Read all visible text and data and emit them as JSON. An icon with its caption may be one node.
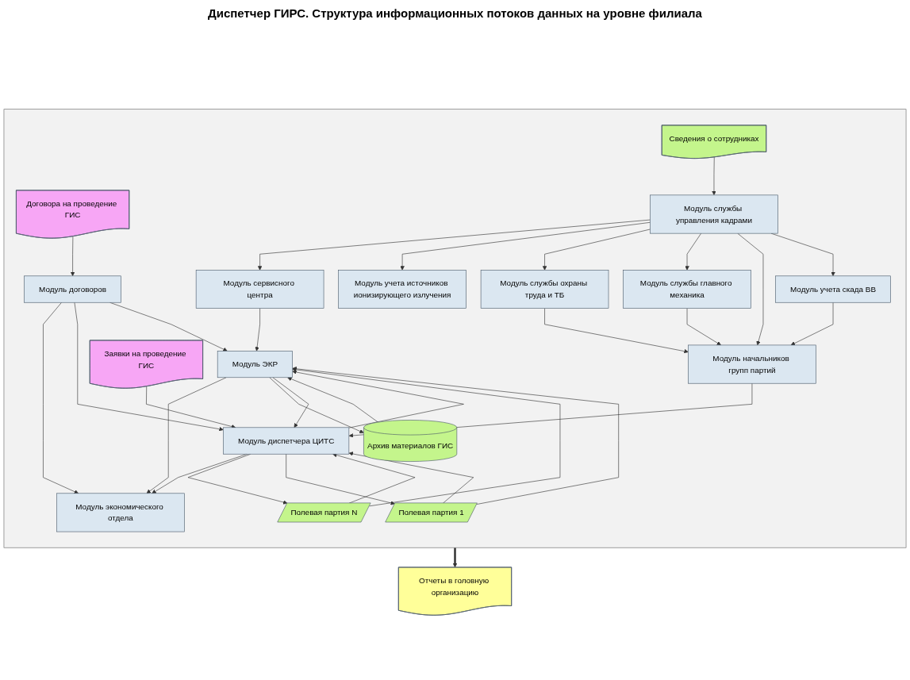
{
  "diagram": {
    "title": "Диспетчер ГИРС. Структура информационных потоков данных на уровне филиала",
    "nodes": [
      {
        "text": [],
        "shape": "box"
      },
      {
        "text": [
          "Модуль экономического отдела"
        ],
        "in": 0
      },
      {
        "text": [
          "Архив материалов ГИС"
        ],
        "in": 0
      },
      {
        "text": [
          "Модуль сервисного центра"
        ],
        "in": 0
      },
      {
        "text": [
          "Модуль учета источников ионизирующего излучения"
        ],
        "in": 0
      },
      {
        "text": [
          "Полевая партия N"
        ],
        "in": 0
      },
      {
        "text": [
          "Модуль ЭКР"
        ],
        "in": 0
      },
      {
        "text": [
          "Модуль службы охраны труда и ТБ"
        ],
        "in": 0
      },
      {
        "text": [
          "Модуль службы главного механика"
        ],
        "in": 0
      },
      {
        "text": [
          "Полевая партия 1"
        ],
        "in": 0
      },
      {
        "text": [
          "Модуль начальников групп партий"
        ],
        "in": 0
      },
      {
        "text": [
          "Модуль учета скада ВВ"
        ],
        "in": 0
      },
      {
        "text": [
          "Модуль диспетчера ЦИТС"
        ],
        "in": 0
      },
      {
        "text": [
          "Модуль договоров"
        ],
        "in": 0
      },
      {
        "text": [
          "Модуль службы управления кадрами"
        ],
        "in": 0
      },
      {
        "text": [
          "Заявки на проведение ГИС"
        ],
        "in": 0
      },
      {
        "text": [
          "Договора на проведение ГИС"
        ],
        "in": 0
      },
      {
        "text": [
          "Сведения о сотрудниках"
        ],
        "in": 0
      },
      {
        "text": [
          "Отчеты в головную организацию"
        ]
      }
    ],
    "edges": [
      {
        "from": 6,
        "to": 1,
        "arrow": "to"
      },
      {
        "from": 13,
        "to": 1,
        "arrow": "to"
      },
      {
        "from": 12,
        "to": 1,
        "arrow": "to"
      },
      {
        "from": 6,
        "to": 2,
        "arrow": "to"
      },
      {
        "from": 2,
        "to": 6,
        "arrow": "to"
      },
      {
        "from": 3,
        "to": 6,
        "arrow": "to"
      },
      {
        "from": 5,
        "to": 6,
        "arrow": "to"
      },
      {
        "from": 5,
        "to": 12,
        "arrow": "to"
      },
      {
        "from": 9,
        "to": 6,
        "arrow": "to"
      },
      {
        "from": 9,
        "to": 12,
        "arrow": "to"
      },
      {
        "from": 12,
        "to": 6,
        "arrow": "to"
      },
      {
        "from": 6,
        "to": 12,
        "arrow": "to"
      },
      {
        "from": 10,
        "to": 12,
        "arrow": "to"
      },
      {
        "from": 13,
        "to": 12,
        "arrow": "to"
      },
      {
        "from": 13,
        "to": 6,
        "arrow": "to"
      },
      {
        "from": 12,
        "to": 5,
        "arrow": "to"
      },
      {
        "from": 12,
        "to": 9,
        "arrow": "to"
      },
      {
        "from": 15,
        "to": 12,
        "arrow": "to"
      },
      {
        "from": 16,
        "to": 13,
        "arrow": "to"
      },
      {
        "from": 17,
        "to": 14,
        "arrow": "to"
      },
      {
        "from": 7,
        "to": 10,
        "arrow": "to"
      },
      {
        "from": 8,
        "to": 10,
        "arrow": "to"
      },
      {
        "from": 11,
        "to": 10,
        "arrow": "to"
      },
      {
        "from": 14,
        "to": 3,
        "arrow": "to"
      },
      {
        "from": 14,
        "to": 4,
        "arrow": "to"
      },
      {
        "from": 14,
        "to": 7,
        "arrow": "to"
      },
      {
        "from": 14,
        "to": 8,
        "arrow": "to"
      },
      {
        "from": 14,
        "to": 10,
        "arrow": "to"
      },
      {
        "from": 14,
        "to": 11,
        "arrow": "to"
      },
      {
        "from": 0,
        "to": 18,
        "arrow": "to",
        "style": "thick"
      }
    ]
  }
}
